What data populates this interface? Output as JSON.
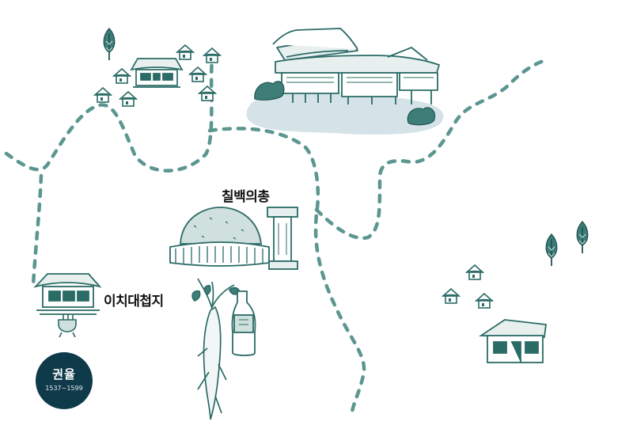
{
  "colors": {
    "ink": "#2a6b66",
    "trail": "#5b9690",
    "plaza": "#d5e3e8",
    "badge_bg": "#0f3a4a",
    "badge_text": "#ffffff"
  },
  "icons": [
    "hanok-pavilion-icon",
    "village-icon",
    "tomb-mound-icon",
    "stone-monument-icon",
    "ginseng-icon",
    "liquor-bottle-icon",
    "hanok-house-icon",
    "incense-burner-icon",
    "tree-icon"
  ],
  "places": {
    "chilbaek": "칠백의총",
    "ichi": "이치대첩지"
  },
  "person": {
    "name": "권율",
    "years": "1537~1599"
  }
}
